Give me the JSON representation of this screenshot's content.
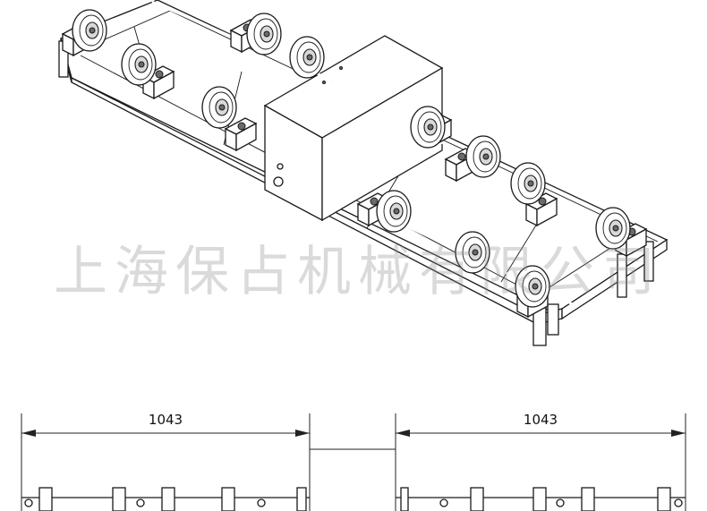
{
  "watermark": "上海保占机械有限公司",
  "dimensions": {
    "left_width": "1043",
    "right_width": "1043"
  },
  "colors": {
    "line": "#1a1a1a",
    "watermark": "#8c8c8c",
    "background": "#ffffff"
  }
}
